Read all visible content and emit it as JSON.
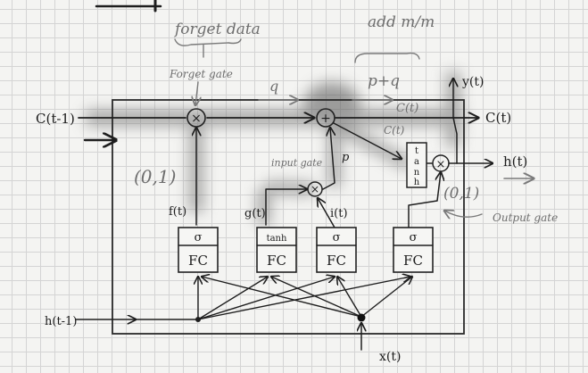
{
  "annotations": {
    "forget_data": "forget data",
    "add_mem": "add m/m",
    "forget_gate": "Forget gate",
    "input_gate": "input gate",
    "output_gate": "Output gate",
    "range_forget": "(0,1)",
    "range_output": "(0,1)",
    "p": "p",
    "q": "q",
    "p_plus_q": "p+q"
  },
  "signals": {
    "c_prev": "C(t-1)",
    "c_out": "C(t)",
    "c_tilde_1": "C(t)",
    "c_tilde_2": "C(t)",
    "y": "y(t)",
    "h_out": "h(t)",
    "h_prev": "h(t-1)",
    "x": "x(t)",
    "f": "f(t)",
    "g": "g(t)",
    "i": "i(t)"
  },
  "units": [
    {
      "activation": "σ",
      "layer": "FC"
    },
    {
      "activation": "tanh",
      "layer": "FC"
    },
    {
      "activation": "σ",
      "layer": "FC"
    },
    {
      "activation": "σ",
      "layer": "FC"
    }
  ],
  "tanh_box": [
    "t",
    "a",
    "n",
    "h"
  ],
  "ops": {
    "multiply": "×",
    "add": "+"
  }
}
